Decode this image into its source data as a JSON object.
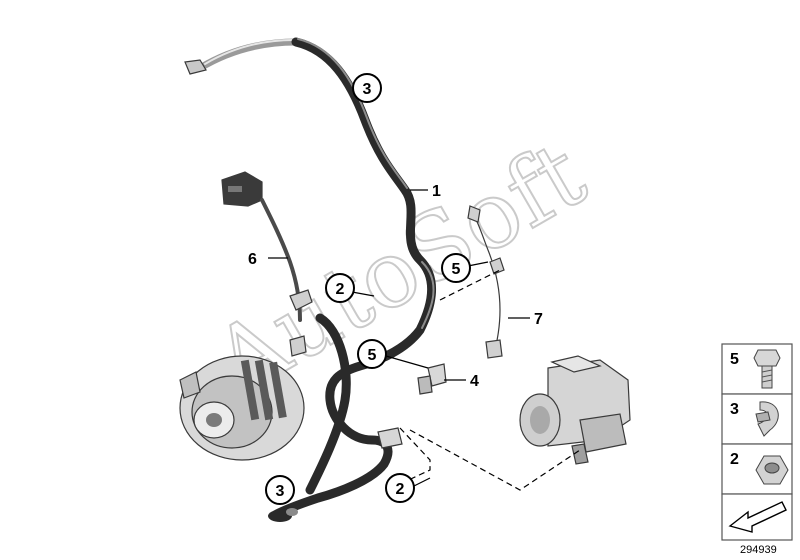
{
  "diagram": {
    "watermark": "AutoSoft",
    "diagram_id": "294939",
    "callouts": [
      {
        "label": "1",
        "circled": false
      },
      {
        "label": "2",
        "circled": true
      },
      {
        "label": "2",
        "circled": true
      },
      {
        "label": "3",
        "circled": true
      },
      {
        "label": "3",
        "circled": true
      },
      {
        "label": "4",
        "circled": false
      },
      {
        "label": "5",
        "circled": true
      },
      {
        "label": "5",
        "circled": true
      },
      {
        "label": "6",
        "circled": false
      },
      {
        "label": "7",
        "circled": false
      }
    ],
    "parts": {
      "positive_cable": "positive-battery-cable",
      "alternator": "alternator",
      "starter": "starter-motor",
      "wiring_harness": "alternator-harness",
      "bracket": "cable-bracket"
    },
    "legend": {
      "items": [
        {
          "label": "5",
          "icon": "bolt-icon"
        },
        {
          "label": "3",
          "icon": "cable-clip-icon"
        },
        {
          "label": "2",
          "icon": "hex-nut-icon"
        }
      ],
      "arrow_icon": "arrow-icon"
    },
    "colors": {
      "cable": "#2a2a2a",
      "part": "#dcdcdc",
      "watermark": "#b5b5b5"
    }
  }
}
